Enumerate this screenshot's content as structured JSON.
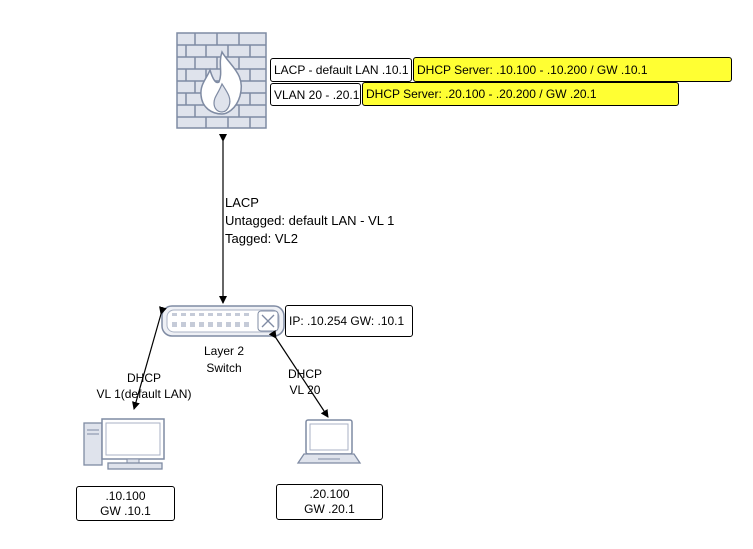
{
  "firewall": {
    "icon": "firewall-icon",
    "info_lan": "LACP - default LAN .10.1",
    "info_lan_dhcp": "DHCP Server: .10.100 - .10.200 / GW .10.1",
    "info_vlan": "VLAN 20 - .20.1",
    "info_vlan_dhcp": "DHCP Server: .20.100 - .20.200 / GW .20.1"
  },
  "trunk_link": {
    "line1": "LACP",
    "line2": "Untagged: default LAN - VL 1",
    "line3": "Tagged: VL2"
  },
  "switch": {
    "icon": "switch-icon",
    "label_line1": "Layer 2",
    "label_line2": "Switch",
    "ip_info": "IP: .10.254 GW: .10.1"
  },
  "desktop_link": {
    "line1": "DHCP",
    "line2": "VL 1(default LAN)"
  },
  "laptop_link": {
    "line1": "DHCP",
    "line2": "VL 20"
  },
  "desktop": {
    "icon": "desktop-pc-icon",
    "line1": ".10.100",
    "line2": "GW .10.1"
  },
  "laptop": {
    "icon": "laptop-icon",
    "line1": ".20.100",
    "line2": "GW .20.1"
  },
  "colors": {
    "icon_fill": "#dfe3ec",
    "icon_stroke": "#7f8ba3",
    "highlight": "#ffff33"
  }
}
